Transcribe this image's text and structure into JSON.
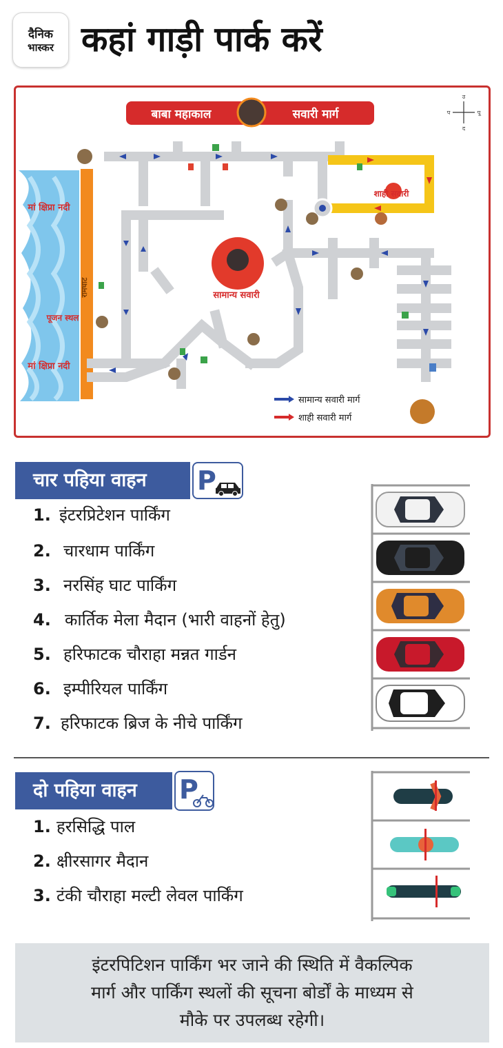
{
  "header": {
    "logo_line1": "दैनिक",
    "logo_line2": "भास्कर",
    "title": "कहां गाड़ी पार्क करें"
  },
  "map": {
    "title_left": "बाबा महाकाल",
    "title_right": "सवारी मार्ग",
    "river_top_label": "मां क्षिप्रा नदी",
    "river_bottom_label": "मां क्षिप्रा नदी",
    "ramghat_label": "रामघाट",
    "pujan_label": "पूजन स्थल",
    "common_route_label": "सामान्य सवारी",
    "royal_route_label": "शाही सवारी",
    "compass": {
      "north": "उ",
      "south": "द",
      "east": "पू",
      "west": "प"
    },
    "legend": [
      {
        "label": "सामान्य सवारी मार्ग",
        "color": "#2b4aa8"
      },
      {
        "label": "शाही सवारी मार्ग",
        "color": "#d62b2b"
      }
    ],
    "colors": {
      "road": "#cfd1d4",
      "royal_road": "#f5c518",
      "river": "#7fc6ec",
      "ghat": "#f28a1e",
      "frame": "#c8312f",
      "title_banner": "#d62b2b"
    }
  },
  "four_wheeler": {
    "heading": "चार पहिया वाहन",
    "icon": "p-car-icon",
    "items": [
      {
        "num": "1.",
        "text": "इंटरप्रिटेशन पार्किंग"
      },
      {
        "num": "2.",
        "text": "चारधाम पार्किंग"
      },
      {
        "num": "3.",
        "text": "नरसिंह घाट पार्किंग"
      },
      {
        "num": "4.",
        "text": "कार्तिक मेला मैदान (भारी वाहनों हेतु)"
      },
      {
        "num": "5.",
        "text": "हरिफाटक चौराहा मन्नत गार्डन"
      },
      {
        "num": "6.",
        "text": "इम्पीरियल पार्किंग"
      },
      {
        "num": "7.",
        "text": "हरिफाटक ब्रिज के नीचे पार्किंग"
      }
    ],
    "cars": [
      {
        "color": "#f2f2f2",
        "name": "white-car"
      },
      {
        "color": "#1e1e1e",
        "name": "black-car"
      },
      {
        "color": "#e08a2c",
        "name": "orange-car"
      },
      {
        "color": "#c8192b",
        "name": "red-car"
      },
      {
        "color": "#ffffff",
        "name": "white-hatchback"
      }
    ]
  },
  "two_wheeler": {
    "heading": "दो पहिया वाहन",
    "icon": "p-bike-icon",
    "items": [
      {
        "num": "1.",
        "text": "हरसिद्धि पाल"
      },
      {
        "num": "2.",
        "text": "क्षीरसागर मैदान"
      },
      {
        "num": "3.",
        "text": "टंकी चौराहा मल्टी लेवल पार्किंग"
      }
    ],
    "bikes": [
      {
        "color": "#1f3d46",
        "accent": "#e8633a",
        "name": "scooter-dark"
      },
      {
        "color": "#5bc8c4",
        "accent": "#e8633a",
        "name": "scooter-teal"
      },
      {
        "color": "#1f3d46",
        "accent": "#35c27a",
        "name": "motorbike-green"
      }
    ]
  },
  "note": {
    "line1": "इंटरपिटिशन पार्किंग भर जाने की स्थिति में वैकल्पिक",
    "line2": "मार्ग और पार्किंग स्थलों की सूचना बोर्डों के माध्यम से",
    "line3": "मौके पर उपलब्ध रहेगी।"
  }
}
